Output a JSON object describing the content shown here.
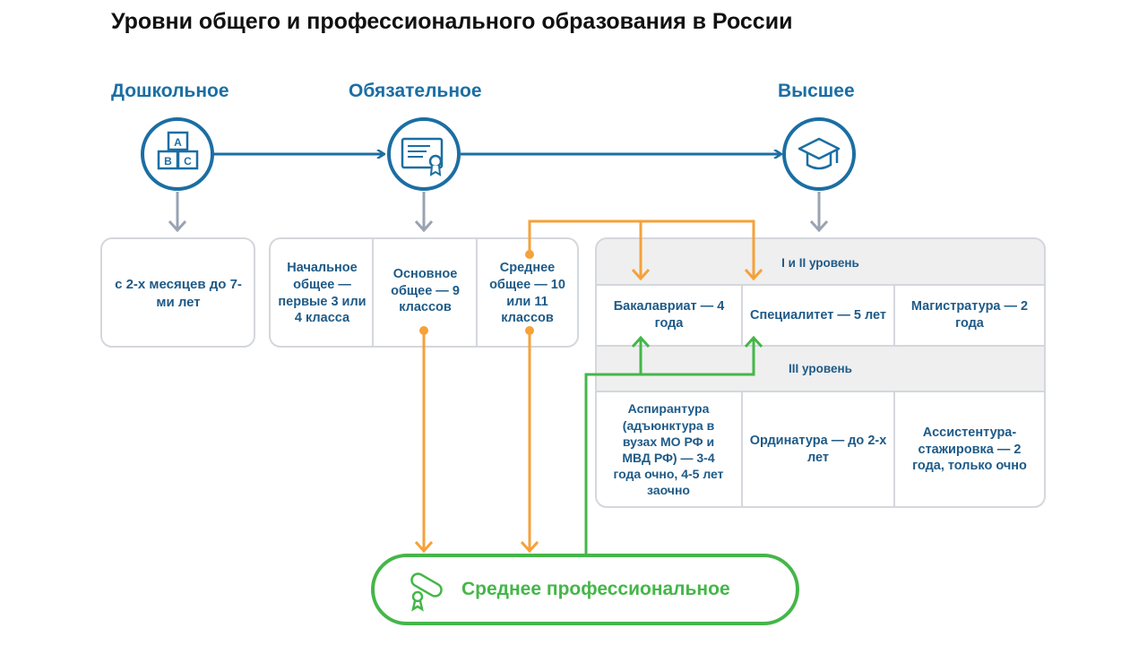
{
  "title": "Уровни общего и профессионального образования в России",
  "levels": {
    "preschool": "Дошкольное",
    "mandatory": "Обязательное",
    "higher": "Высшее"
  },
  "icons": {
    "preschool": "abc-blocks-icon",
    "mandatory": "certificate-icon",
    "higher": "graduation-cap-icon",
    "vocational": "diploma-scroll-icon"
  },
  "preschool_box": "с 2-х месяцев до 7-ми лет",
  "mandatory_cells": [
    "Начальное общее — первые 3 или 4 класса",
    "Основное общее — 9 классов",
    "Среднее общее — 10 или 11 классов"
  ],
  "higher_table": {
    "level_1_2": "I и II уровень",
    "row1": [
      "Бакалавриат — 4 года",
      "Специалитет — 5 лет",
      "Магистратура — 2 года"
    ],
    "level_3": "III уровень",
    "row2": [
      "Аспирантура (адъюнктура в вузах МО РФ и МВД РФ) — 3-4 года очно, 4-5 лет заочно",
      "Ординатура — до 2-х лет",
      "Ассистентура-стажировка — 2 года, только очно"
    ]
  },
  "vocational": "Среднее профессиональное",
  "colors": {
    "blue": "#1b6ea3",
    "text_blue": "#1e5a87",
    "orange": "#f4a23a",
    "green": "#45b649",
    "gray_arrow": "#9aa3b2",
    "border": "#d4d7dc",
    "shade": "#efefef"
  }
}
